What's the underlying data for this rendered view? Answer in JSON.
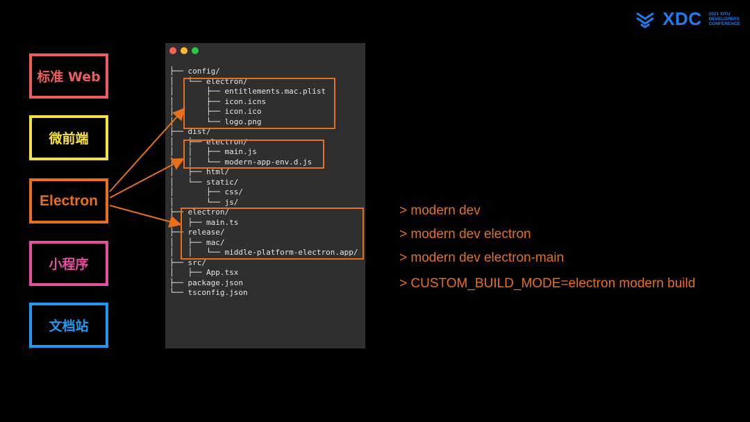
{
  "logo": {
    "text": "XDC",
    "sub_lines": [
      "2021 XITU",
      "DEVELOPERS",
      "CONFERENCE"
    ],
    "icon": "stacked-chevrons-icon",
    "color": "#1e7ef0"
  },
  "categories": [
    {
      "label": "标准 Web",
      "color": "#ee5d5b"
    },
    {
      "label": "微前端",
      "color": "#f6e23d"
    },
    {
      "label": "Electron",
      "color": "#e8701b"
    },
    {
      "label": "小程序",
      "color": "#ea4ea0"
    },
    {
      "label": "文档站",
      "color": "#1d9bf2"
    }
  ],
  "terminal": {
    "tree": [
      "├── config/",
      "│   └── electron/",
      "│       ├── entitlements.mac.plist",
      "│       ├── icon.icns",
      "│       ├── icon.ico",
      "│       └── logo.png",
      "├── dist/",
      "│   ├── electron/",
      "│   │   ├── main.js",
      "│   │   └── modern-app-env.d.js",
      "│   ├── html/",
      "│   └── static/",
      "│       ├── css/",
      "│       └── js/",
      "├── electron/",
      "│   ├── main.ts",
      "├── release/",
      "│   ├── mac/",
      "│   │   └── middle-platform-electron.app/",
      "├── src/",
      "│   ├── App.tsx",
      "├── package.json",
      "└── tsconfig.json"
    ]
  },
  "commands": [
    "> modern dev",
    "> modern dev electron",
    "> modern dev electron-main",
    "> CUSTOM_BUILD_MODE=electron modern build"
  ],
  "accent_color": "#e8701b"
}
